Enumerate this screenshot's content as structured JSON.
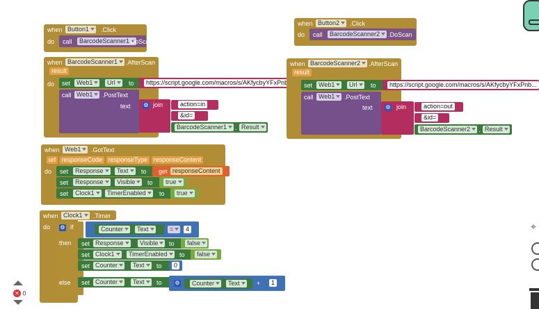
{
  "blocks": {
    "b1_click": {
      "when": "when",
      "component": "Button1",
      "event": ".Click",
      "do": "do",
      "call": "call",
      "target": "BarcodeScanner1",
      "method": ".DoScan"
    },
    "b2_click": {
      "when": "when",
      "component": "Button2",
      "event": ".Click",
      "do": "do",
      "call": "call",
      "target": "BarcodeScanner2",
      "method": ".DoScan"
    },
    "bs1_after": {
      "when": "when",
      "component": "BarcodeScanner1",
      "event": ".AfterScan",
      "param": "result",
      "do": "do",
      "set": "set",
      "web": "Web1",
      "prop": "Url",
      "to": "to",
      "url": "https://script.google.com/macros/s/AKfycbyYFxPnb...",
      "call": "call",
      "post": ".PostText",
      "text_label": "text",
      "join": "join",
      "str1": "action=in",
      "str2": "&id=",
      "scanner": "BarcodeScanner1",
      "result": "Result"
    },
    "bs2_after": {
      "when": "when",
      "component": "BarcodeScanner2",
      "event": ".AfterScan",
      "param": "result",
      "do": "do",
      "set": "set",
      "web": "Web1",
      "prop": "Url",
      "to": "to",
      "url": "https://script.google.com/macros/s/AKfycbyYFxPnb...",
      "call": "call",
      "post": ".PostText",
      "text_label": "text",
      "join": "join",
      "str1": "action=out",
      "str2": "&id=",
      "scanner": "BarcodeScanner2",
      "result": "Result"
    },
    "web_got": {
      "when": "when",
      "component": "Web1",
      "event": ".GotText",
      "params": [
        "url",
        "responseCode",
        "responseType",
        "responseContent"
      ],
      "do": "do",
      "set": "set",
      "to": "to",
      "get": "get",
      "get_var": "responseContent",
      "r1_comp": "Response",
      "r1_prop": "Text",
      "r2_comp": "Response",
      "r2_prop": "Visible",
      "r2_val": "true",
      "r3_comp": "Clock1",
      "r3_prop": "TimerEnabled",
      "r3_val": "true"
    },
    "timer": {
      "when": "when",
      "component": "Clock1",
      "event": ".Timer",
      "do": "do",
      "if": "if",
      "then": "then",
      "else": "else",
      "cond_comp": "Counter",
      "cond_prop": "Text",
      "op": "=",
      "num": "4",
      "set": "set",
      "to": "to",
      "t1_comp": "Response",
      "t1_prop": "Visible",
      "t1_val": "false",
      "t2_comp": "Clock1",
      "t2_prop": "TimerEnabled",
      "t2_val": "false",
      "t3_comp": "Counter",
      "t3_prop": "Text",
      "t3_val": "0",
      "e1_comp": "Counter",
      "e1_prop": "Text",
      "plus": "+",
      "plus_a_comp": "Counter",
      "plus_a_prop": "Text",
      "plus_b": "1"
    }
  },
  "workspace": {
    "warning_count": "0"
  },
  "colors": {
    "event": "#b18e35",
    "procedure": "#7c5385",
    "setter": "#3b7a3b",
    "text": "#b32d5e",
    "logic": "#77ab41",
    "math": "#3f71b5"
  }
}
